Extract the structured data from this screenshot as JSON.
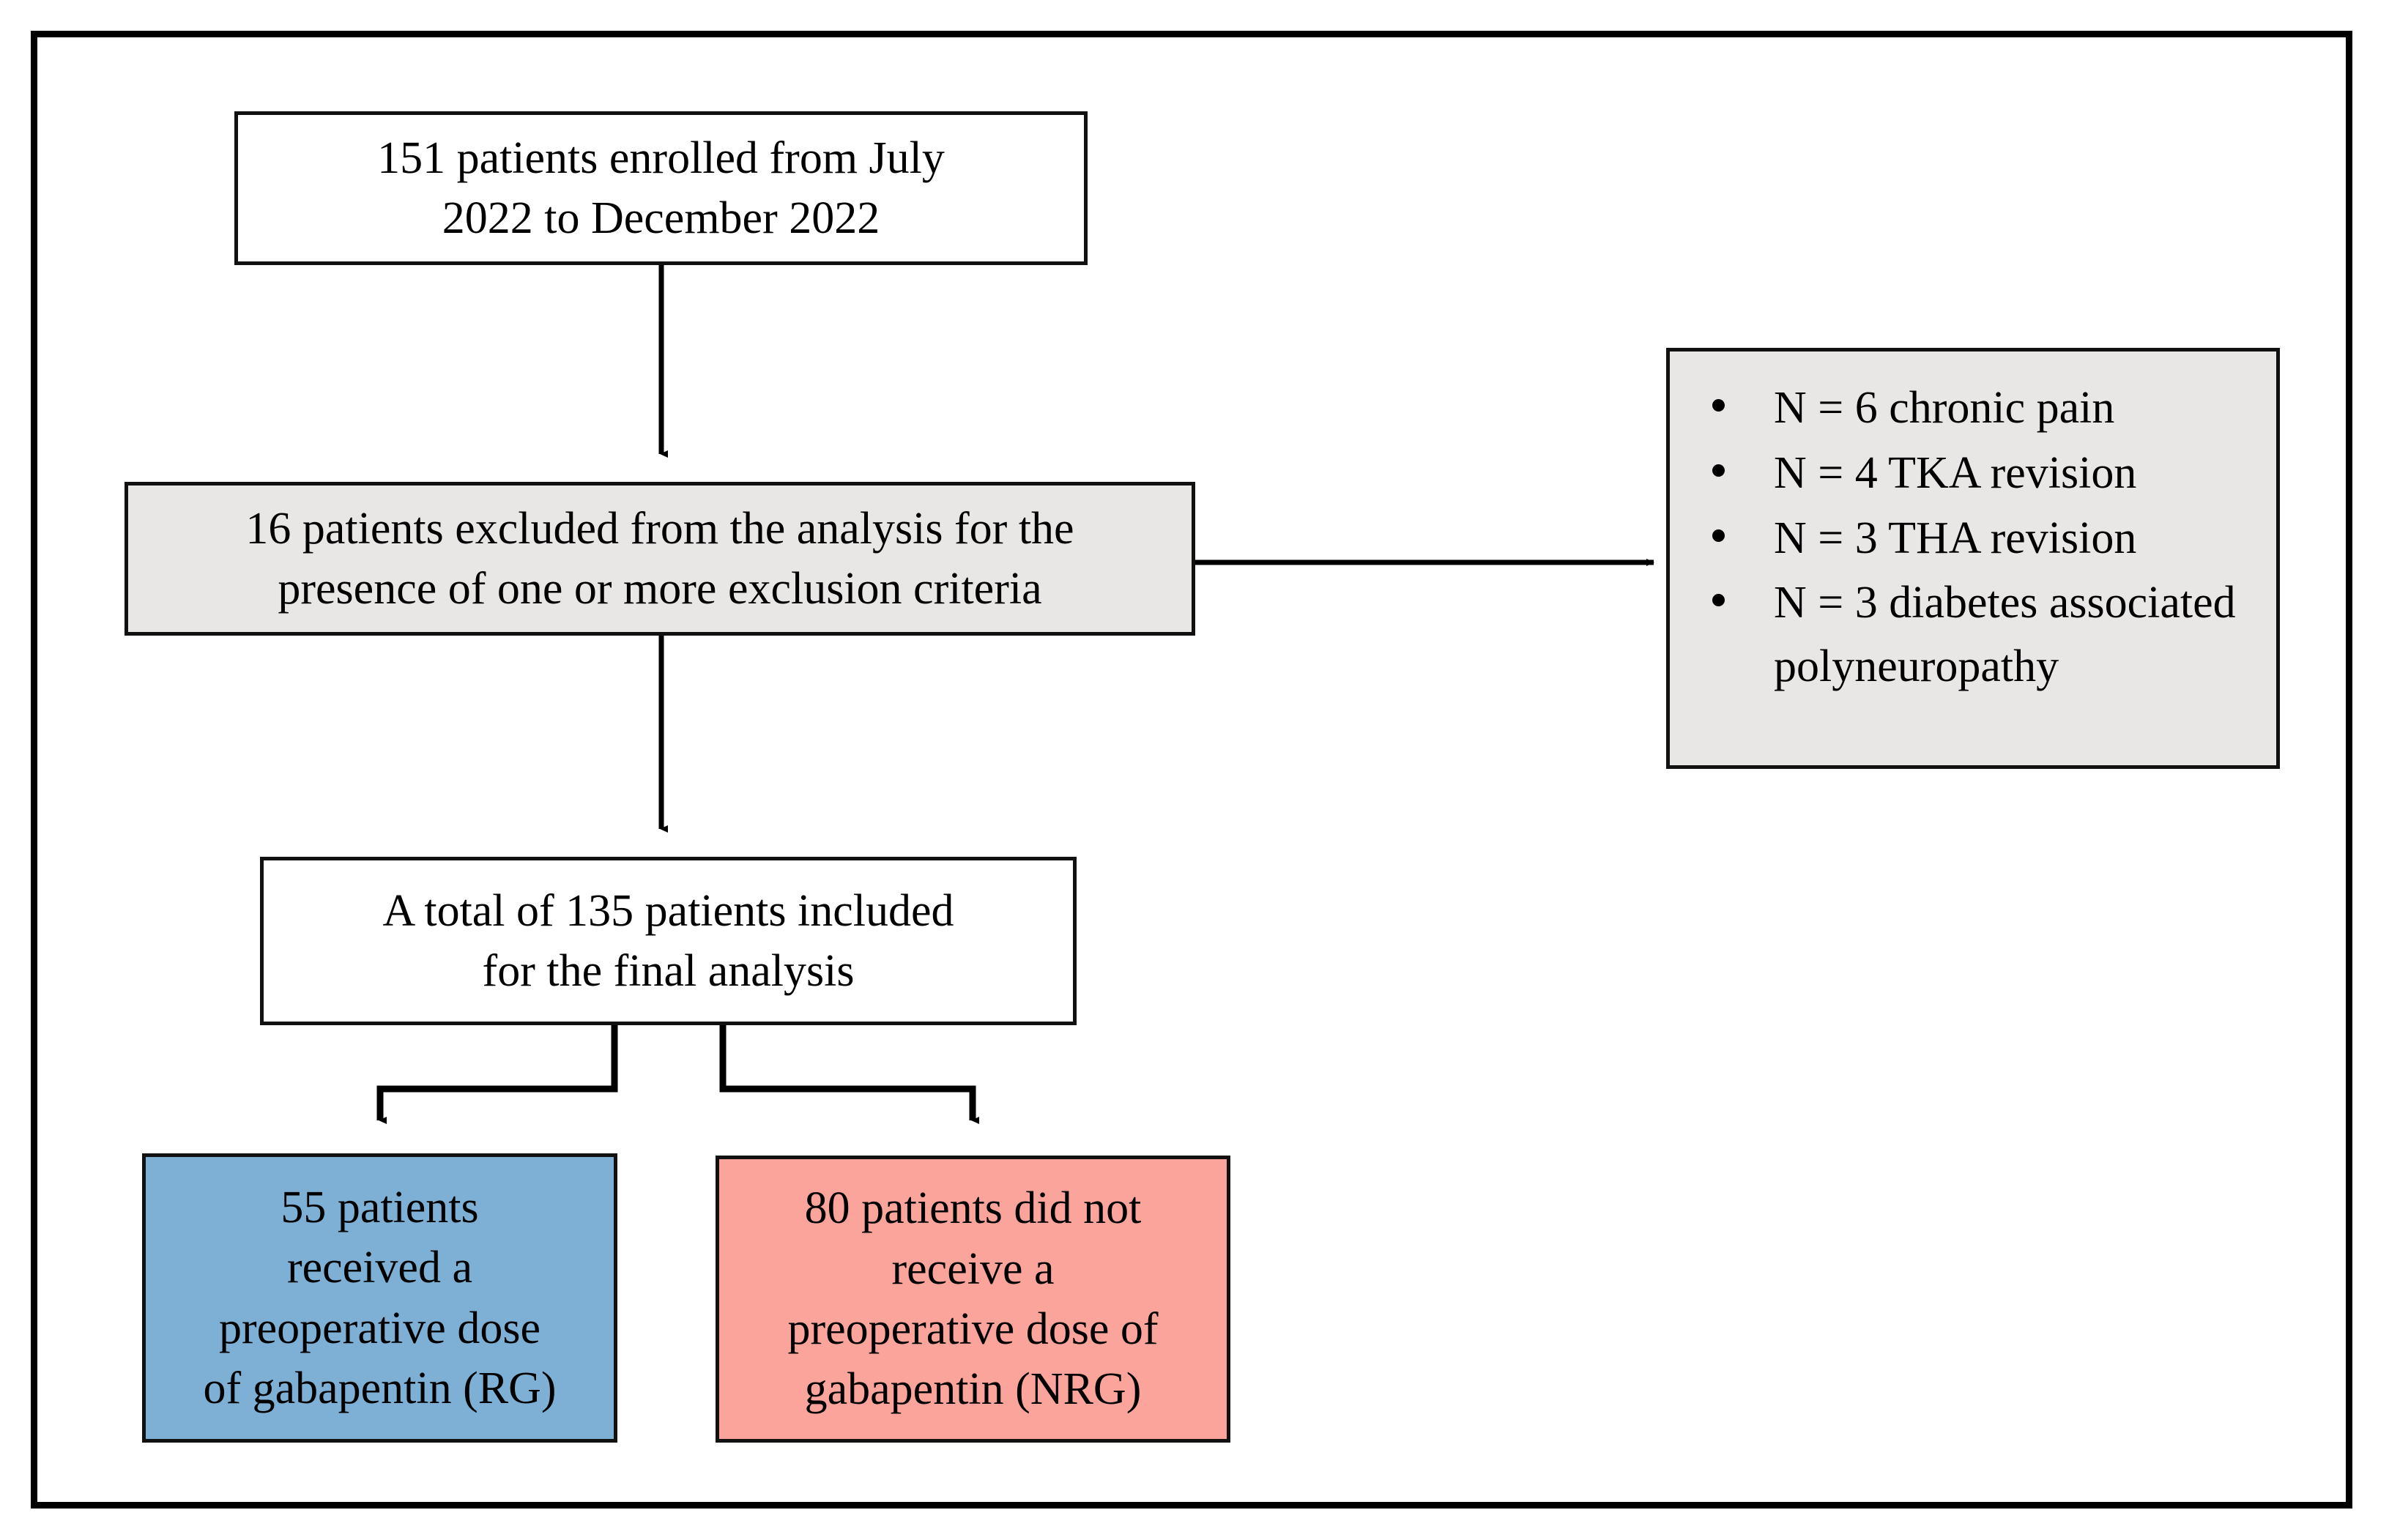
{
  "figure": {
    "type": "patient-flow-diagram",
    "colors": {
      "frame_border": "#000000",
      "box_border": "#111111",
      "gray_fill": "#e9e6e6",
      "blue_fill": "#7eb0d5",
      "pink_fill": "#fba49c",
      "white_fill": "#ffffff",
      "connector": "#000000"
    }
  },
  "nodes": {
    "enrolled": {
      "text": "151 patients enrolled from July\n2022 to December 2022",
      "count": 151,
      "fill": "white"
    },
    "excluded": {
      "text": "16 patients excluded from the analysis for the\npresence of one or more exclusion criteria",
      "count": 16,
      "fill": "gray"
    },
    "included": {
      "text": "A total of 135 patients included\nfor the final analysis",
      "count": 135,
      "fill": "white"
    },
    "received_gabapentin": {
      "text": "55 patients\nreceived a\npreoperative dose\nof gabapentin (RG)",
      "count": 55,
      "group_abbrev": "RG",
      "fill": "blue"
    },
    "not_received_gabapentin": {
      "text": "80 patients did not\nreceive a\npreoperative dose of\ngabapentin (NRG)",
      "count": 80,
      "group_abbrev": "NRG",
      "fill": "pink"
    }
  },
  "criteria": {
    "fill": "gray",
    "items": [
      {
        "label": "N = 6 chronic pain",
        "n": 6
      },
      {
        "label": "N = 4 TKA revision",
        "n": 4
      },
      {
        "label": "N = 3 THA revision",
        "n": 3
      },
      {
        "label": "N = 3 diabetes associated polyneuropathy",
        "n": 3
      }
    ]
  },
  "connectors": [
    {
      "name": "enrolled-to-excluded",
      "kind": "vertical-arrow"
    },
    {
      "name": "excluded-to-criteria",
      "kind": "horizontal-arrow"
    },
    {
      "name": "excluded-to-included",
      "kind": "vertical-arrow"
    },
    {
      "name": "included-to-rg",
      "kind": "elbow-arrow-left"
    },
    {
      "name": "included-to-nrg",
      "kind": "elbow-arrow-right"
    }
  ]
}
